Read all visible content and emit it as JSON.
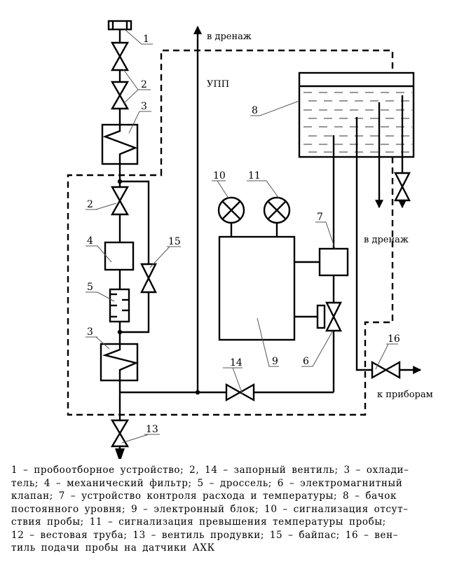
{
  "diagram": {
    "title_region": "УПП",
    "flow_labels": {
      "drain_top": "в дренаж",
      "drain_right": "в дренаж",
      "to_instruments": "к приборам"
    },
    "callouts": [
      "1",
      "2",
      "2",
      "3",
      "2",
      "4",
      "15",
      "5",
      "3",
      "13",
      "14",
      "9",
      "6",
      "7",
      "10",
      "11",
      "8",
      "16"
    ],
    "components": [
      {
        "id": "1",
        "name": "пробоотборное устройство"
      },
      {
        "id": "2",
        "name": "запорный вентиль"
      },
      {
        "id": "3",
        "name": "охладитель"
      },
      {
        "id": "4",
        "name": "механический фильтр"
      },
      {
        "id": "5",
        "name": "дроссель"
      },
      {
        "id": "6",
        "name": "электромагнитный клапан"
      },
      {
        "id": "7",
        "name": "устройство контроля расхода и температуры"
      },
      {
        "id": "8",
        "name": "бачок постоянного уровня"
      },
      {
        "id": "9",
        "name": "электронный блок"
      },
      {
        "id": "10",
        "name": "сигнализация отсутствия пробы"
      },
      {
        "id": "11",
        "name": "сигнализация превышения температуры пробы"
      },
      {
        "id": "12",
        "name": "вестовая труба"
      },
      {
        "id": "13",
        "name": "вентиль продувки"
      },
      {
        "id": "14",
        "name": "запорный вентиль"
      },
      {
        "id": "15",
        "name": "байпас"
      },
      {
        "id": "16",
        "name": "вентиль подачи пробы на датчики АХК"
      }
    ]
  },
  "legend": {
    "lines": [
      "1 – пробоотборное устройство; 2, 14 – запорный вентиль; 3 – охлади–",
      "тель; 4 – механический фильтр; 5 – дроссель; 6 – электромагнитный",
      "клапан; 7 – устройство контроля расхода и температуры; 8 – бачок",
      "постоянного уровня; 9 – электронный блок; 10 – сигнализация отсут–",
      "ствия пробы; 11 – сигнализация превышения температуры пробы;",
      "12 – вестовая труба; 13 – вентиль продувки; 15 – байпас; 16 – вен–",
      "тиль подачи пробы на датчики АХК"
    ]
  }
}
